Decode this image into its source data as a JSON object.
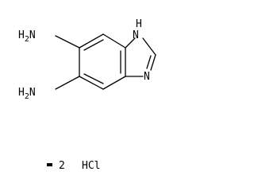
{
  "molecule": {
    "atoms": {
      "amine_top": {
        "main": "H",
        "sub": "2",
        "tail": "N"
      },
      "amine_bottom": {
        "main": "H",
        "sub": "2",
        "tail": "N"
      },
      "nh": {
        "h": "H",
        "n": "N"
      },
      "n": "N"
    },
    "salt": {
      "bullet": "•",
      "count": "2",
      "formula": "HCl"
    }
  }
}
